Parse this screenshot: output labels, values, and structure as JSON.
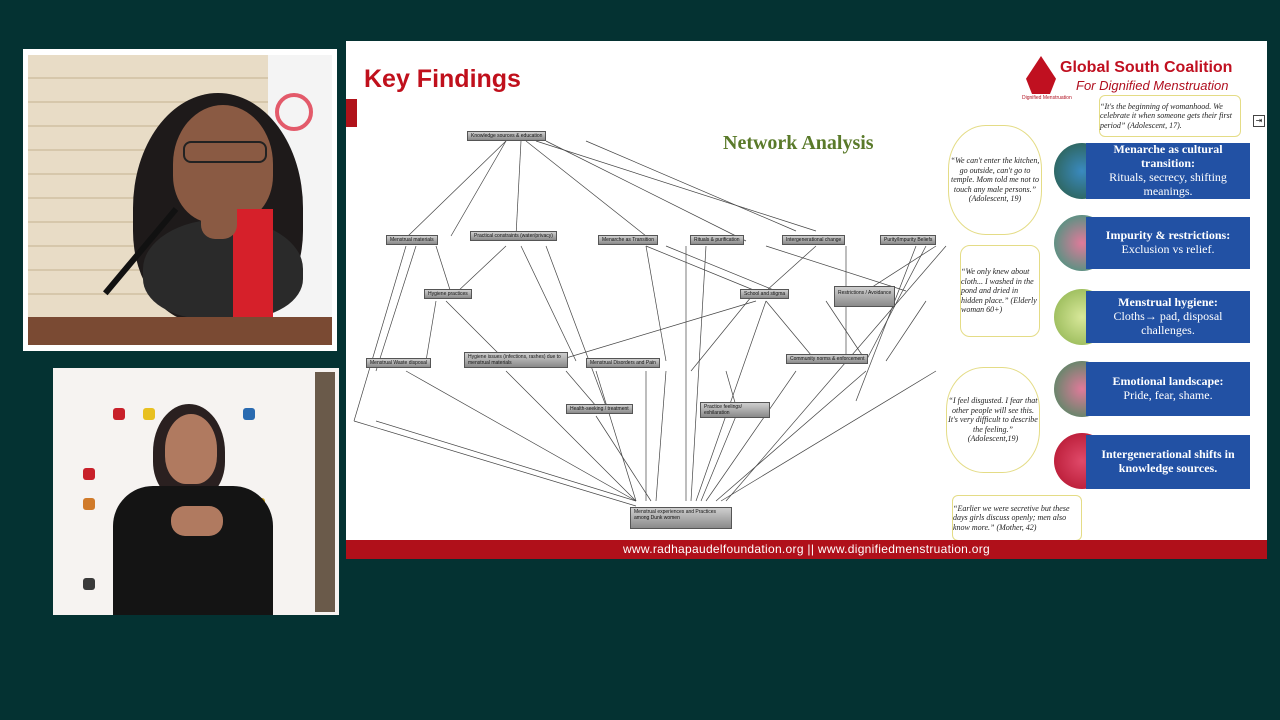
{
  "slide": {
    "title": "Key Findings",
    "subtitle": "Network Analysis",
    "brand_name": "Global South Coalition",
    "brand_sub": "For Dignified Menstruation",
    "footer": "www.radhapaudelfoundation.org || www.dignifiedmenstruation.org"
  },
  "quotes": [
    "“It's the beginning of womanhood. We celebrate it when someone gets their first period” (Adolescent, 17).",
    "“We can't enter the kitchen, go outside, can't go to temple. Mom told me not to touch any male persons.” (Adolescent, 19)",
    "“We only knew about cloth... I washed in the pond and dried in hidden place.” (Elderly woman 60+)",
    "“I feel disgusted. I fear that other people will see this. It's very difficult to describe the feeling.” (Adolescent,19)",
    "“Earlier we were secretive but these days girls discuss openly; men also know more.” (Mother, 42)"
  ],
  "findings": [
    {
      "bold": "Menarche as cultural transition:",
      "text": "Rituals, secrecy, shifting meanings."
    },
    {
      "bold": "Impurity & restrictions:",
      "text": "Exclusion vs relief."
    },
    {
      "bold": "Menstrual hygiene:",
      "text": "Cloths→ pad, disposal challenges."
    },
    {
      "bold": "Emotional landscape:",
      "text": "Pride, fear, shame."
    },
    {
      "bold": "Intergenerational shifts in knowledge sources.",
      "text": ""
    }
  ],
  "nodes": [
    "Knowledge sources & education",
    "Menstrual materials",
    "Practical constraints (water/privacy)",
    "Menarche as Transition",
    "Rituals & purification",
    "Intergenerational change",
    "Purity/Impurity Beliefs",
    "Hygiene practices",
    "School and stigma",
    "Restrictions / Avoidance",
    "Menstrual Waste disposal",
    "Hygiene issues (infections, rashes) due to menstrual materials",
    "Menstrual Disorders and Pain",
    "Community norms & enforcement",
    "Health-seeking / treatment",
    "Practice feelings/ exhilaration",
    "Menstrual experiences and Practices among Dunk women"
  ],
  "colors": {
    "accent_red": "#c0101c",
    "finding_blue": "#2251a4",
    "background": "#043232"
  }
}
